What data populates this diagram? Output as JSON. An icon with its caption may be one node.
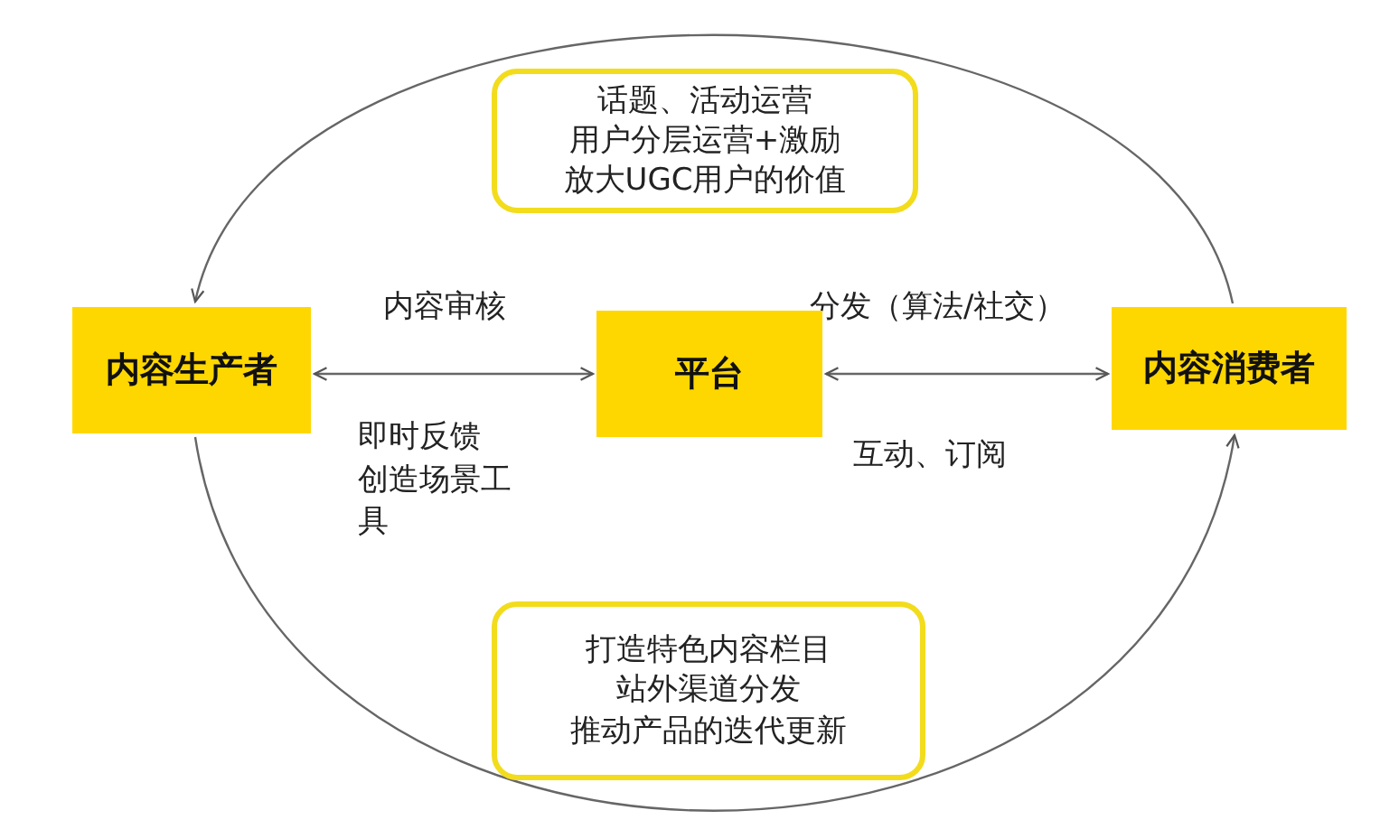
{
  "diagram": {
    "nodes": [
      {
        "text": [
          "内容生产者"
        ]
      },
      {
        "text": [
          "平台"
        ]
      },
      {
        "text": [
          "内容消费者"
        ]
      },
      {
        "text": [
          "话题、活动运营",
          "用户分层运营+激励",
          "放大UGC用户的价值"
        ]
      },
      {
        "text": [
          "打造特色内容栏目",
          "站外渠道分发",
          "推动产品的迭代更新"
        ]
      }
    ],
    "edges": [
      {
        "from": 0,
        "to": 1,
        "arrow": "both",
        "label": "内容审核"
      },
      {
        "from": 1,
        "to": 2,
        "arrow": "both",
        "label": "分发（算法/社交）"
      },
      {
        "from": 2,
        "to": 0,
        "arrow": "to"
      },
      {
        "from": 0,
        "to": 2,
        "arrow": "to"
      }
    ],
    "labels": [
      "即时反馈",
      "创造场景工具",
      "互动、订阅"
    ]
  }
}
